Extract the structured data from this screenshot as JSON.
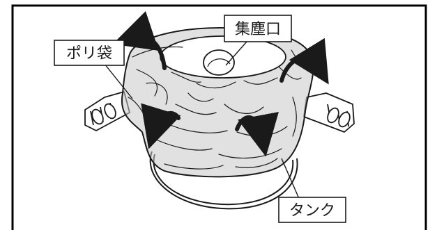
{
  "labels": {
    "dust_inlet": "集塵口",
    "plastic_bag": "ポリ袋",
    "tank": "タンク"
  },
  "colors": {
    "ink": "#1a1a1a",
    "bag_fill": "#c9c9c9",
    "frame": "#000000",
    "background": "#ffffff"
  },
  "icons": {
    "fold_arrow": "curved-arrow-icon"
  }
}
